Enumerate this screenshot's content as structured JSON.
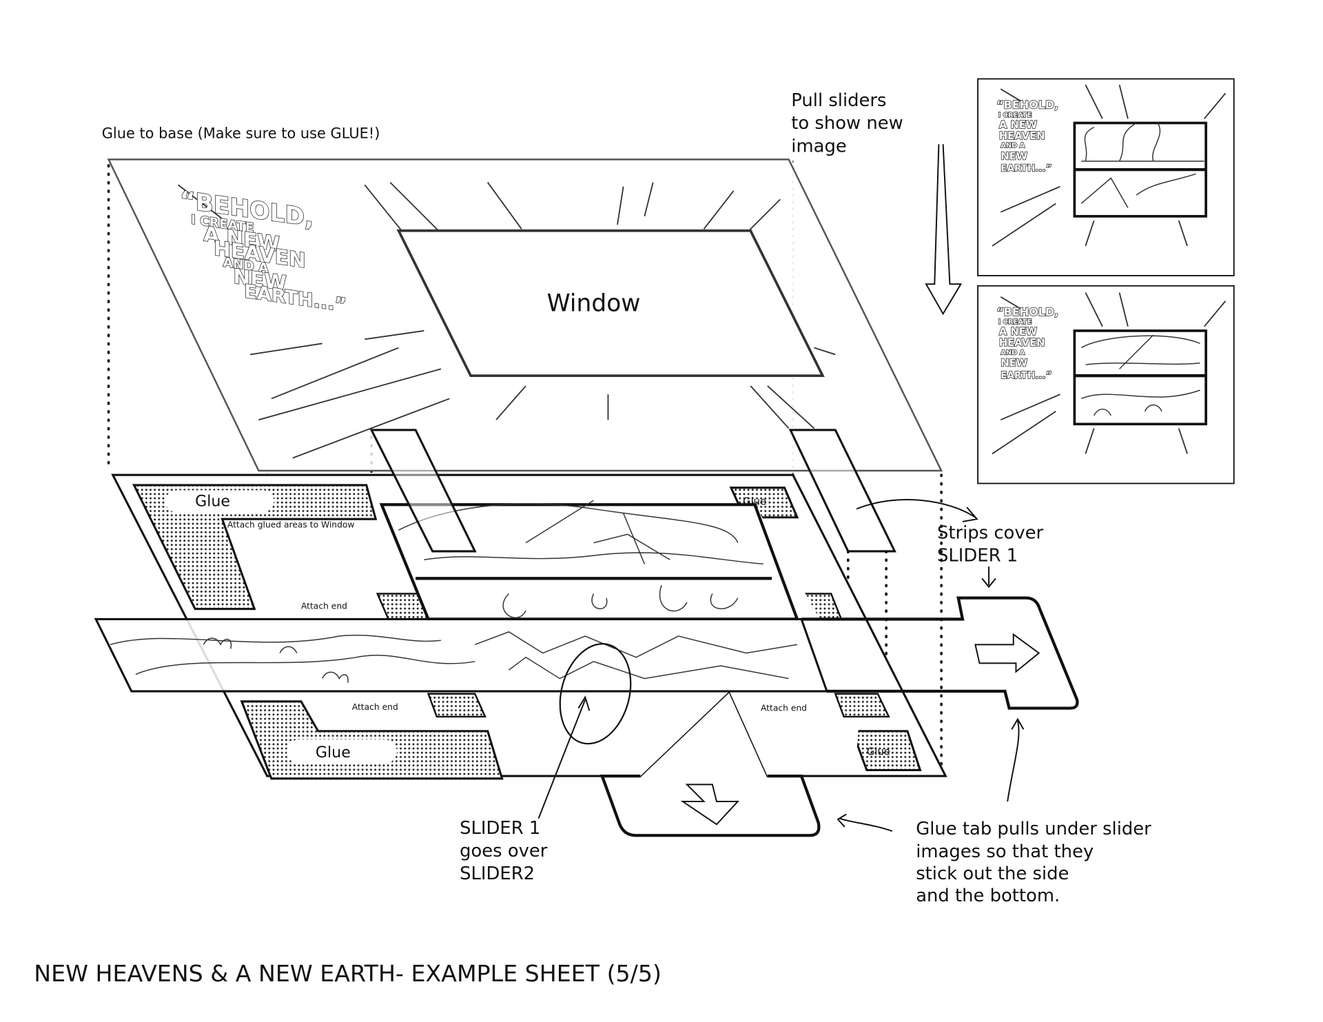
{
  "labels": {
    "glue_to_base": "Glue to base (Make sure to use GLUE!)",
    "pull_sliders": [
      "Pull sliders",
      "to show new",
      "image"
    ],
    "window": "Window",
    "strips_cover": [
      "Strips cover",
      "SLIDER 1"
    ],
    "slider_order": [
      "SLIDER 1",
      "goes over",
      "SLIDER2"
    ],
    "glue_tab": [
      "Glue tab pulls under slider",
      "images so that they",
      "stick out the side",
      "and the bottom."
    ],
    "glue": "Glue",
    "attach_glued": "Attach glued areas to Window",
    "attach_end": "Attach end"
  },
  "title_art": [
    "“BEHOLD,",
    "I CREATE",
    "A NEW",
    "HEAVEN",
    "AND A",
    "NEW",
    "EARTH...”"
  ],
  "footer": "NEW HEAVENS & A NEW EARTH- EXAMPLE SHEET (5/5)"
}
